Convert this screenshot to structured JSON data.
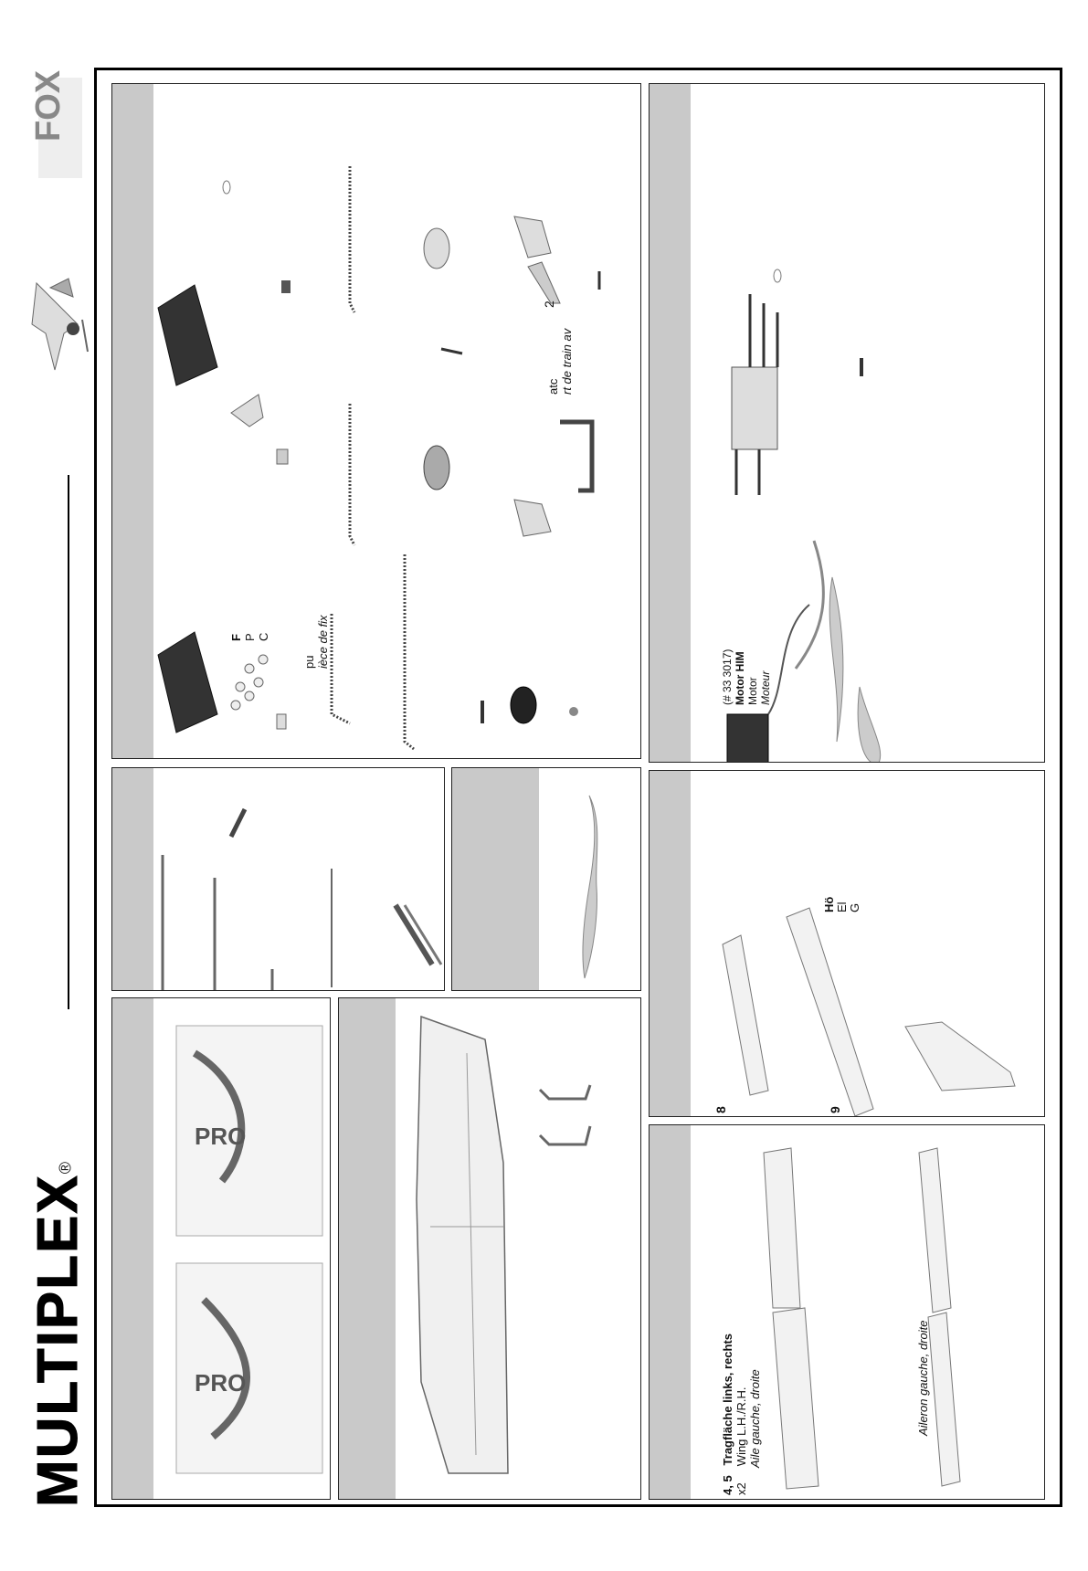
{
  "brand": {
    "name": "MULTIPLEX",
    "registered": "®"
  },
  "panels": {
    "parts": {
      "label_fpc": [
        "F",
        "P",
        "C"
      ],
      "label_piece": [
        "pu",
        "ièce de fix"
      ],
      "label_train": [
        "atc",
        "rt de train av"
      ],
      "label_qty_2": "2"
    },
    "motor": {
      "order_no": "(# 33 3017)",
      "name_de": "Motor HIM",
      "name_en": "Motor",
      "name_fr": "Moteur"
    },
    "tail": {
      "num_8": "8",
      "num_9": "9",
      "label_lines": [
        "Hö",
        "El",
        "G"
      ]
    },
    "wings": {
      "num": "4, 5",
      "qty": "x2",
      "name_de": "Tragfläche links, rechts",
      "name_en": "Wing L.H./R.H.",
      "name_fr": "Aile gauche, droite",
      "aileron_fr": "Aileron gauche, droite"
    }
  },
  "colors": {
    "strip": "#c9c9c9",
    "frame": "#000000",
    "part_outline": "#555555"
  },
  "icons": [
    "multiplex-logo",
    "airplane-illustration",
    "fox-logo",
    "decal-sheet",
    "propeller-icon",
    "motor-icon",
    "speed-controller-icon",
    "wing-icon",
    "fuselage-icon"
  ]
}
